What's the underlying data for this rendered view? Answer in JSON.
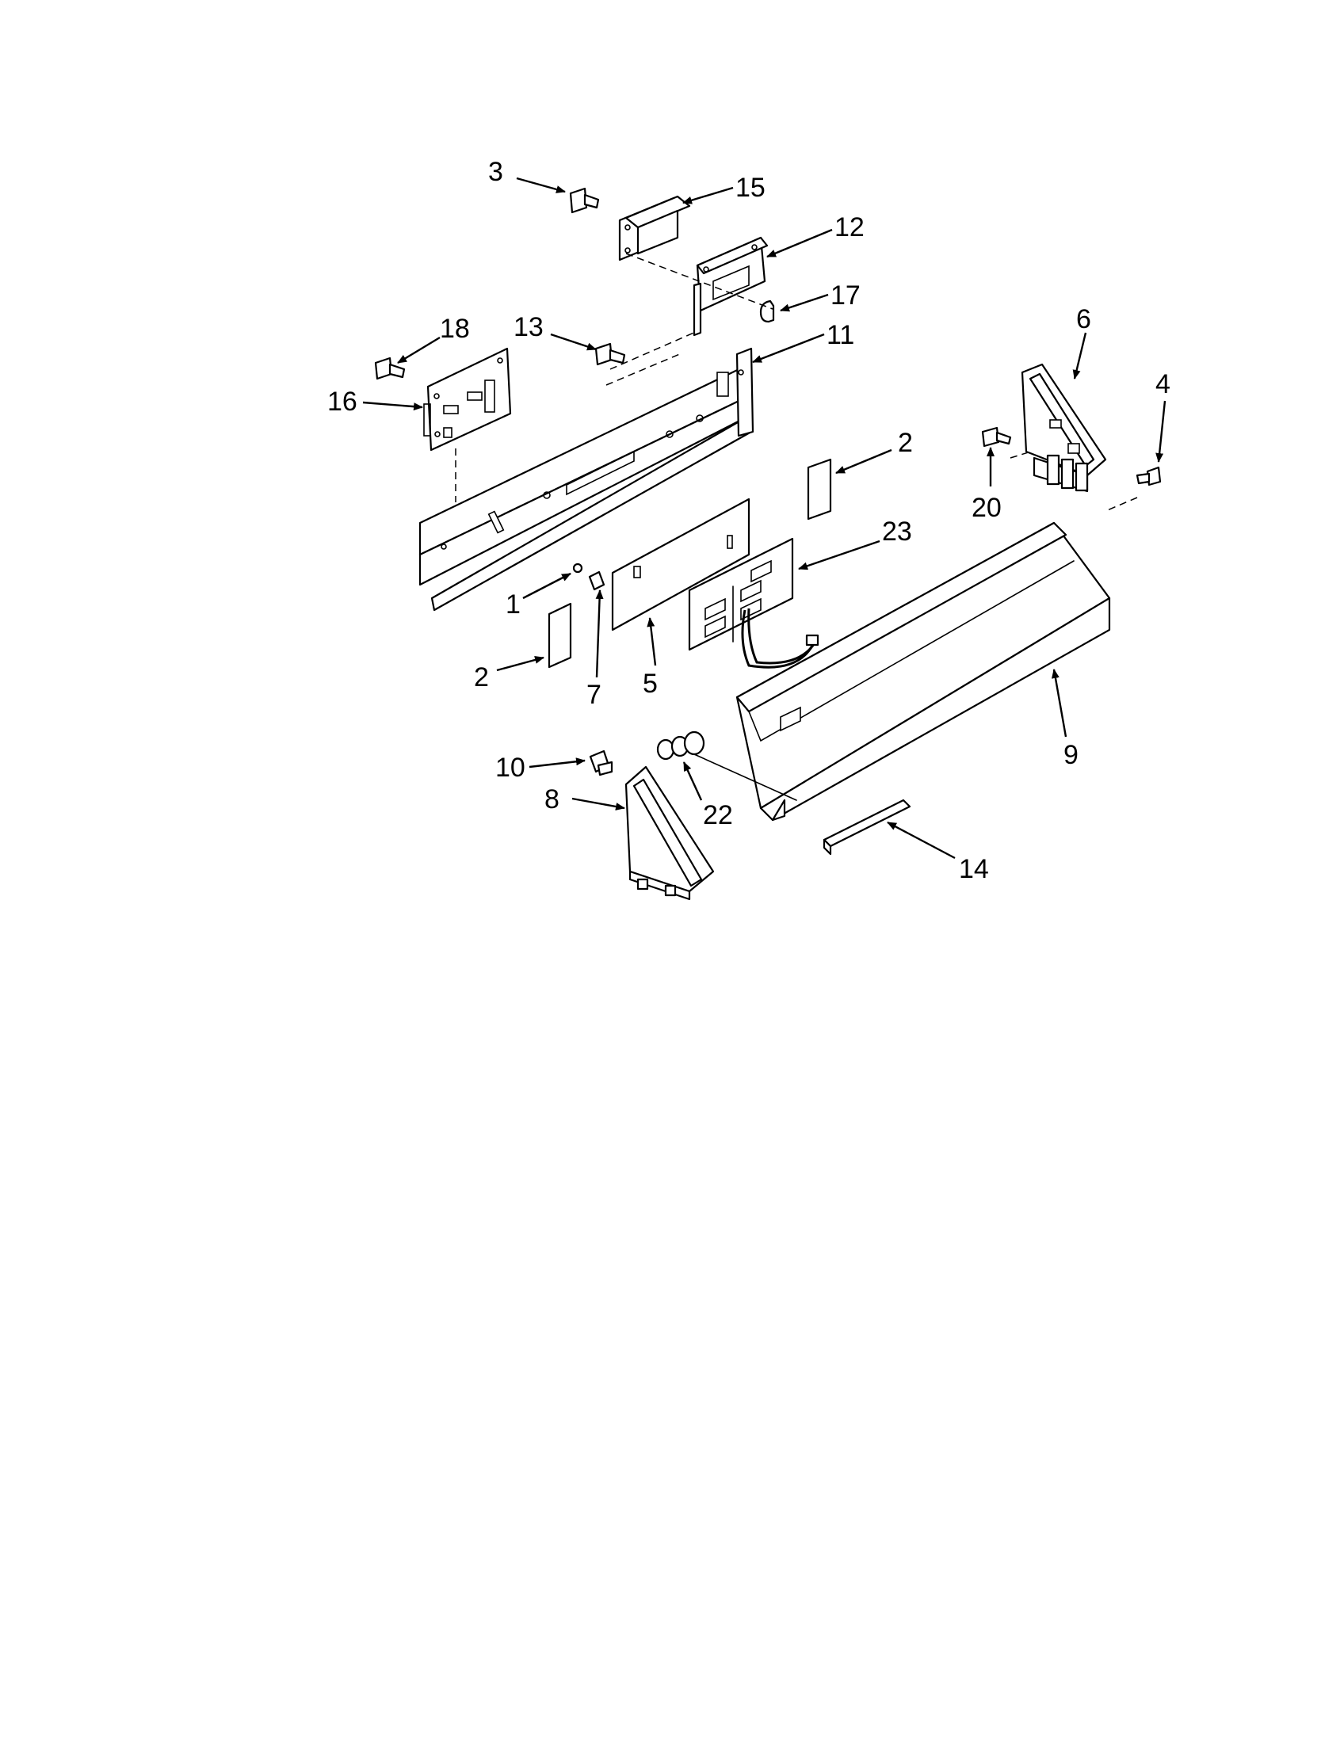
{
  "callouts": {
    "c1": "1",
    "c2a": "2",
    "c2b": "2",
    "c3": "3",
    "c4": "4",
    "c5": "5",
    "c6": "6",
    "c7": "7",
    "c8": "8",
    "c9": "9",
    "c10": "10",
    "c11": "11",
    "c12": "12",
    "c13": "13",
    "c14": "14",
    "c15": "15",
    "c16": "16",
    "c17": "17",
    "c18": "18",
    "c20": "20",
    "c22": "22",
    "c23": "23"
  }
}
